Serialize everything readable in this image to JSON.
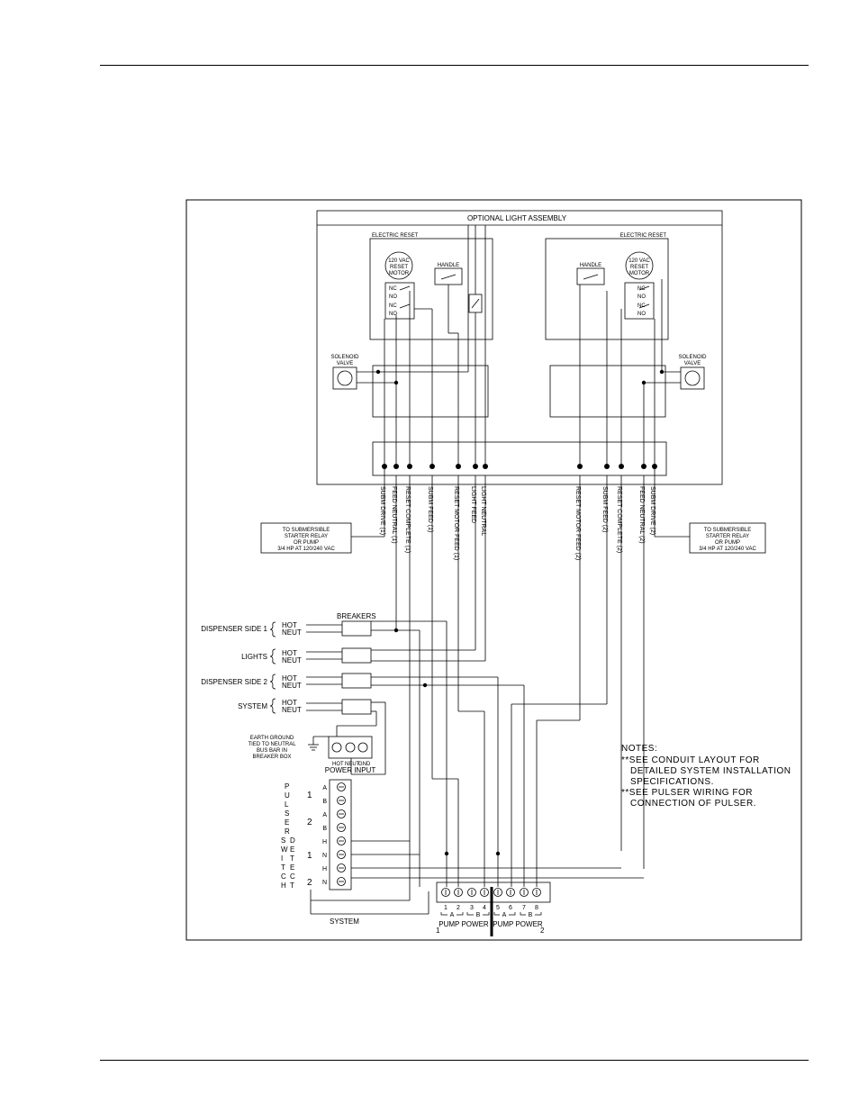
{
  "title_assembly": "OPTIONAL LIGHT ASSEMBLY",
  "electric_reset": "ELECTRIC RESET",
  "reset_motor": [
    "120 VAC",
    "RESET",
    "MOTOR"
  ],
  "handle": "HANDLE",
  "switch_nc": "NC",
  "switch_no": "NO",
  "solenoid_valve": [
    "SOLENOID",
    "VALVE"
  ],
  "wires_side1": [
    "SUBM DRIVE (1)",
    "FEED NEUTRAL (1)",
    "RESET COMPLETE (1)",
    "SUBM FEED (1)",
    "RESET MOTOR FEED (1)",
    "LIGHT FEED",
    "LIGHT NEUTRAL"
  ],
  "wires_side2": [
    "RESET MOTOR FEED (2)",
    "SUBM FEED (2)",
    "RESET COMPLETE (2)",
    "FEED NEUTRAL (2)",
    "SUBM DRIVE (2)"
  ],
  "starter_note": [
    "TO SUBMERSIBLE",
    "STARTER RELAY",
    "OR PUMP",
    "3/4 HP AT 120/240 VAC"
  ],
  "breakers": "BREAKERS",
  "circuits": [
    {
      "label": "DISPENSER SIDE 1",
      "hot": "HOT",
      "neut": "NEUT"
    },
    {
      "label": "LIGHTS",
      "hot": "HOT",
      "neut": "NEUT"
    },
    {
      "label": "DISPENSER SIDE 2",
      "hot": "HOT",
      "neut": "NEUT"
    },
    {
      "label": "SYSTEM",
      "hot": "HOT",
      "neut": "NEUT"
    }
  ],
  "earth_ground": [
    "EARTH GROUND",
    "TIED TO NEUTRAL",
    "BUS BAR IN",
    "BREAKER BOX"
  ],
  "power_input_terms": [
    "HOT",
    "NEUT",
    "GND"
  ],
  "power_input": "POWER INPUT",
  "pulser_letters": [
    "P",
    "U",
    "L",
    "S",
    "E",
    "R"
  ],
  "switch_letters": [
    "S",
    "W",
    "I",
    "T",
    "C",
    "H"
  ],
  "detect_letters": [
    "D",
    "E",
    "T",
    "E",
    "C",
    "T"
  ],
  "num_1": "1",
  "num_2": "2",
  "terminal_labels": [
    "A",
    "B",
    "A",
    "B",
    "H",
    "N",
    "H",
    "N"
  ],
  "system": "SYSTEM",
  "pump_nums": [
    "1",
    "2",
    "3",
    "4",
    "5",
    "6",
    "7",
    "8"
  ],
  "pump_groups": [
    "A",
    "B",
    "A",
    "B"
  ],
  "pump_power": "PUMP POWER",
  "notes": [
    "NOTES:",
    "**SEE CONDUIT LAYOUT FOR",
    "DETAILED SYSTEM INSTALLATION",
    "SPECIFICATIONS.",
    "**SEE PULSER WIRING FOR",
    "CONNECTION OF PULSER."
  ]
}
